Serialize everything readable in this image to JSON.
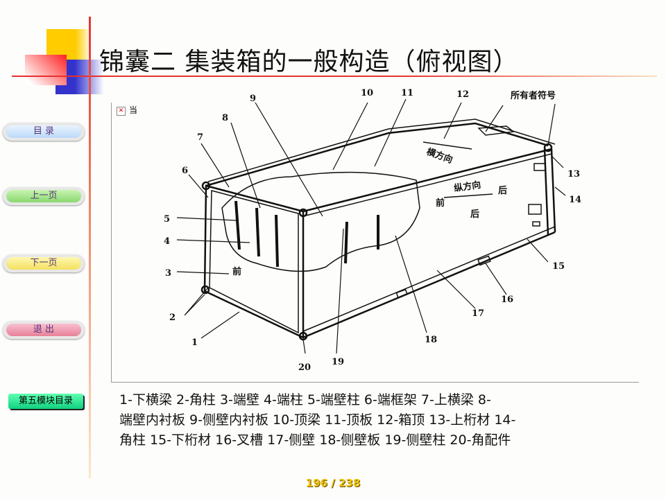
{
  "title": "锦囊二  集装箱的一般构造（俯视图）",
  "nav": {
    "toc": "目  录",
    "prev": "上一页",
    "next": "下一页",
    "exit": "退  出",
    "module_toc": "第五模块目录"
  },
  "broken_image_text": "当",
  "diagram": {
    "numbers": [
      "1",
      "2",
      "3",
      "4",
      "5",
      "6",
      "7",
      "8",
      "9",
      "10",
      "11",
      "12",
      "13",
      "14",
      "15",
      "16",
      "17",
      "18",
      "19",
      "20"
    ],
    "owner_mark": "所有者符号",
    "transverse": "横方向",
    "longitudinal": "纵方向",
    "front": "前",
    "rear": "后"
  },
  "caption": {
    "lines": [
      "1-下横梁  2-角柱  3-端壁  4-端柱  5-端壁柱  6-端框架  7-上横梁  8-",
      "端壁内衬板 9-侧壁内衬板  10-顶梁  11-顶板  12-箱顶  13-上桁材  14-",
      "角柱  15-下桁材  16-叉槽  17-侧壁  18-侧壁板  19-侧壁柱  20-角配件"
    ]
  },
  "page": {
    "indicator": "196 / 238"
  }
}
